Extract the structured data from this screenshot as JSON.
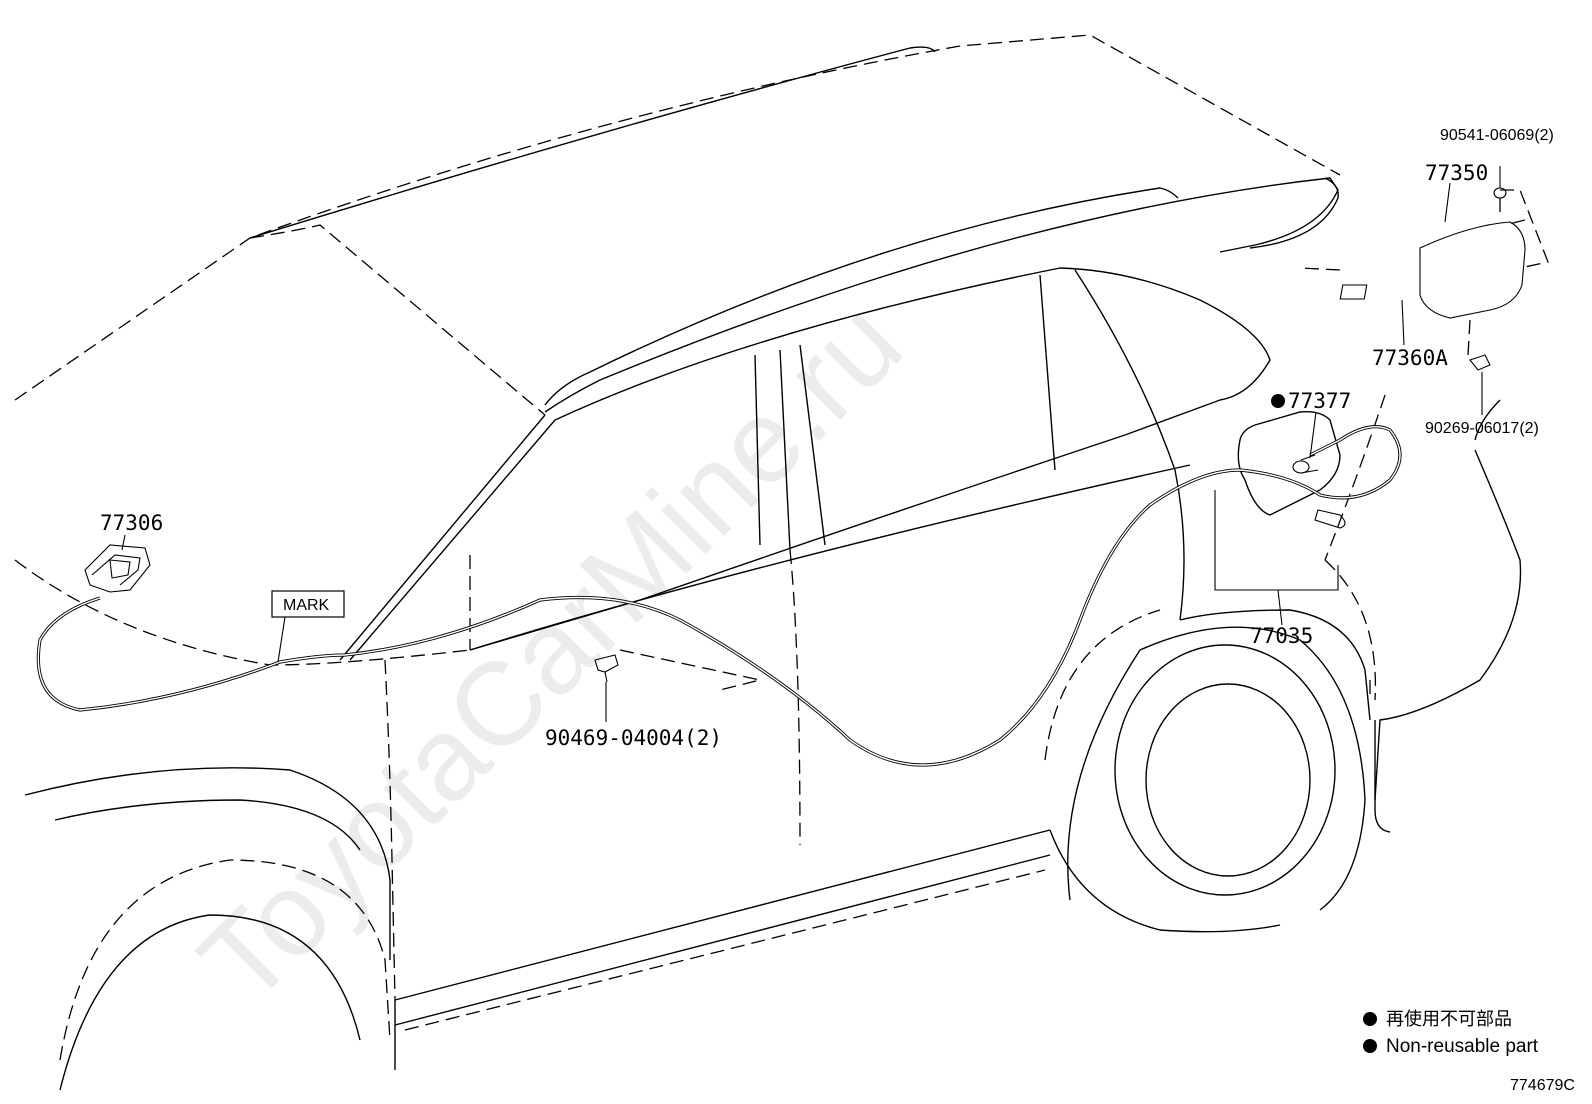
{
  "labels": {
    "p77306": "77306",
    "mark": "MARK",
    "p90469": "90469-04004(2)",
    "p77377": "77377",
    "p77035": "77035",
    "p77350": "77350",
    "p90541": "90541-06069(2)",
    "p77360a": "77360A",
    "p90269": "90269-06017(2)"
  },
  "legend": {
    "non_reusable_jp": "再使用不可部品",
    "non_reusable_en": "Non-reusable part"
  },
  "watermark": "ToyotaCarMine.ru",
  "diagram_code": "774679C",
  "colors": {
    "line": "#000000",
    "background": "#ffffff",
    "watermark": "#ececec"
  }
}
